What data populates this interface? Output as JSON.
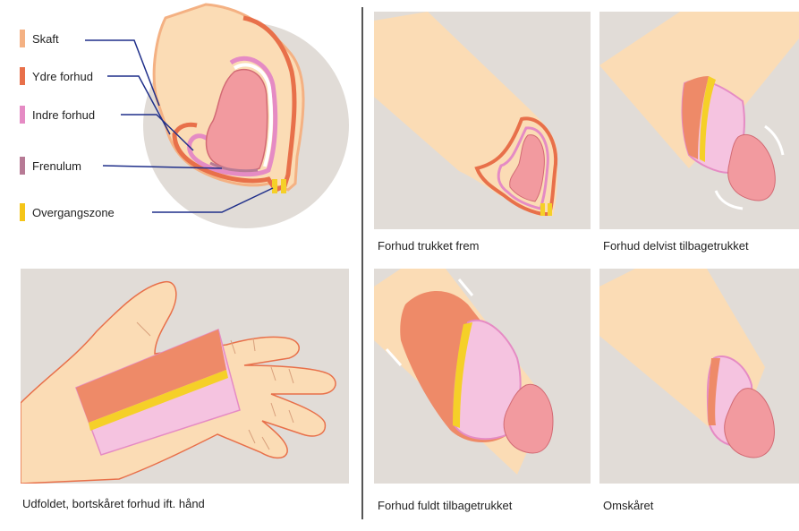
{
  "legend": [
    {
      "label": "Skaft",
      "color": "#f4b183"
    },
    {
      "label": "Ydre forhud",
      "color": "#e8704a"
    },
    {
      "label": "Indre forhud",
      "color": "#e58bc4"
    },
    {
      "label": "Frenulum",
      "color": "#b77a95"
    },
    {
      "label": "Overgangszone",
      "color": "#f5c518"
    }
  ],
  "captions": {
    "hand": "Udfoldet, bortskåret forhud ift. hånd",
    "forward": "Forhud trukket frem",
    "partial": "Forhud delvist tilbagetrukket",
    "full": "Forhud fuldt tilbagetrukket",
    "circumcised": "Omskåret"
  },
  "colors": {
    "skin": "#fbdcb5",
    "outer_foreskin": "#e8704a",
    "inner_foreskin": "#f5c3e0",
    "glans": "#f29a9f",
    "transition": "#f5d028",
    "panel_bg": "#e1dcd7",
    "leader_line": "#1f2f8a"
  }
}
